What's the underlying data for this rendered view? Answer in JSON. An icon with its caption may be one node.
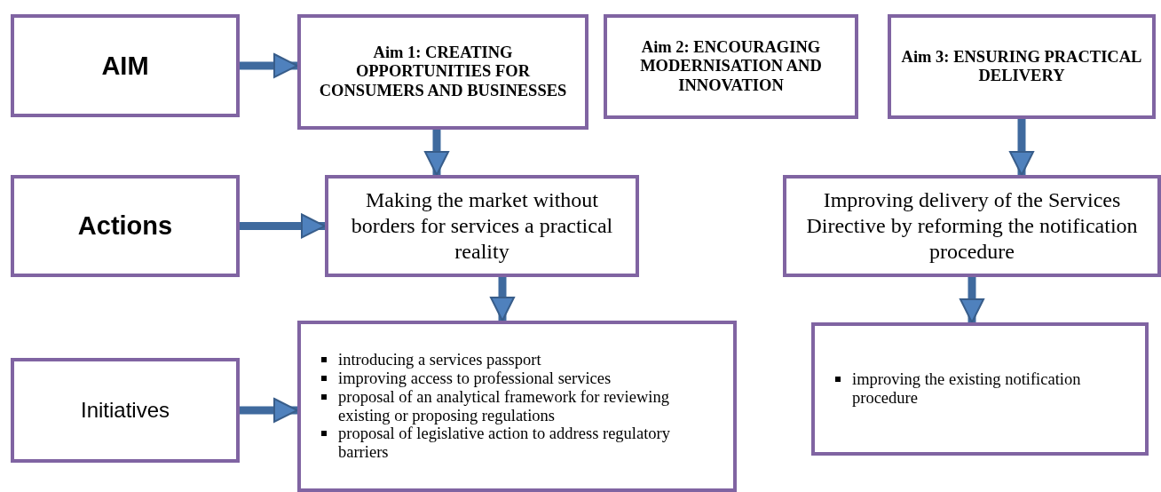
{
  "diagram": {
    "nodes": [
      {
        "text": [
          "AIM"
        ]
      },
      {
        "text": [
          "Aim 1: CREATING OPPORTUNITIES FOR CONSUMERS AND BUSINESSES"
        ]
      },
      {
        "text": [
          "Aim 2: ENCOURAGING MODERNISATION AND INNOVATION"
        ]
      },
      {
        "text": [
          "Aim 3: ENSURING PRACTICAL DELIVERY"
        ]
      },
      {
        "text": [
          "Actions"
        ]
      },
      {
        "text": [
          "Making the market without borders for services a practical reality"
        ]
      },
      {
        "text": [
          "Improving delivery of the Services Directive by reforming the notification procedure"
        ]
      },
      {
        "text": [
          "Initiatives"
        ]
      },
      {
        "text": [
          "introducing a services passport",
          "improving access to professional services",
          "proposal of  an analytical framework for reviewing existing or proposing regulations",
          "proposal of legislative action to address regulatory barriers"
        ]
      },
      {
        "text": [
          "improving the existing notification procedure"
        ]
      }
    ],
    "edges": [
      {
        "from": 0,
        "to": 1,
        "arrow": "to"
      },
      {
        "from": 1,
        "to": 5,
        "arrow": "to"
      },
      {
        "from": 3,
        "to": 6,
        "arrow": "to"
      },
      {
        "from": 4,
        "to": 5,
        "arrow": "to"
      },
      {
        "from": 5,
        "to": 8,
        "arrow": "to"
      },
      {
        "from": 6,
        "to": 9,
        "arrow": "to"
      },
      {
        "from": 7,
        "to": 8,
        "arrow": "to"
      }
    ]
  }
}
